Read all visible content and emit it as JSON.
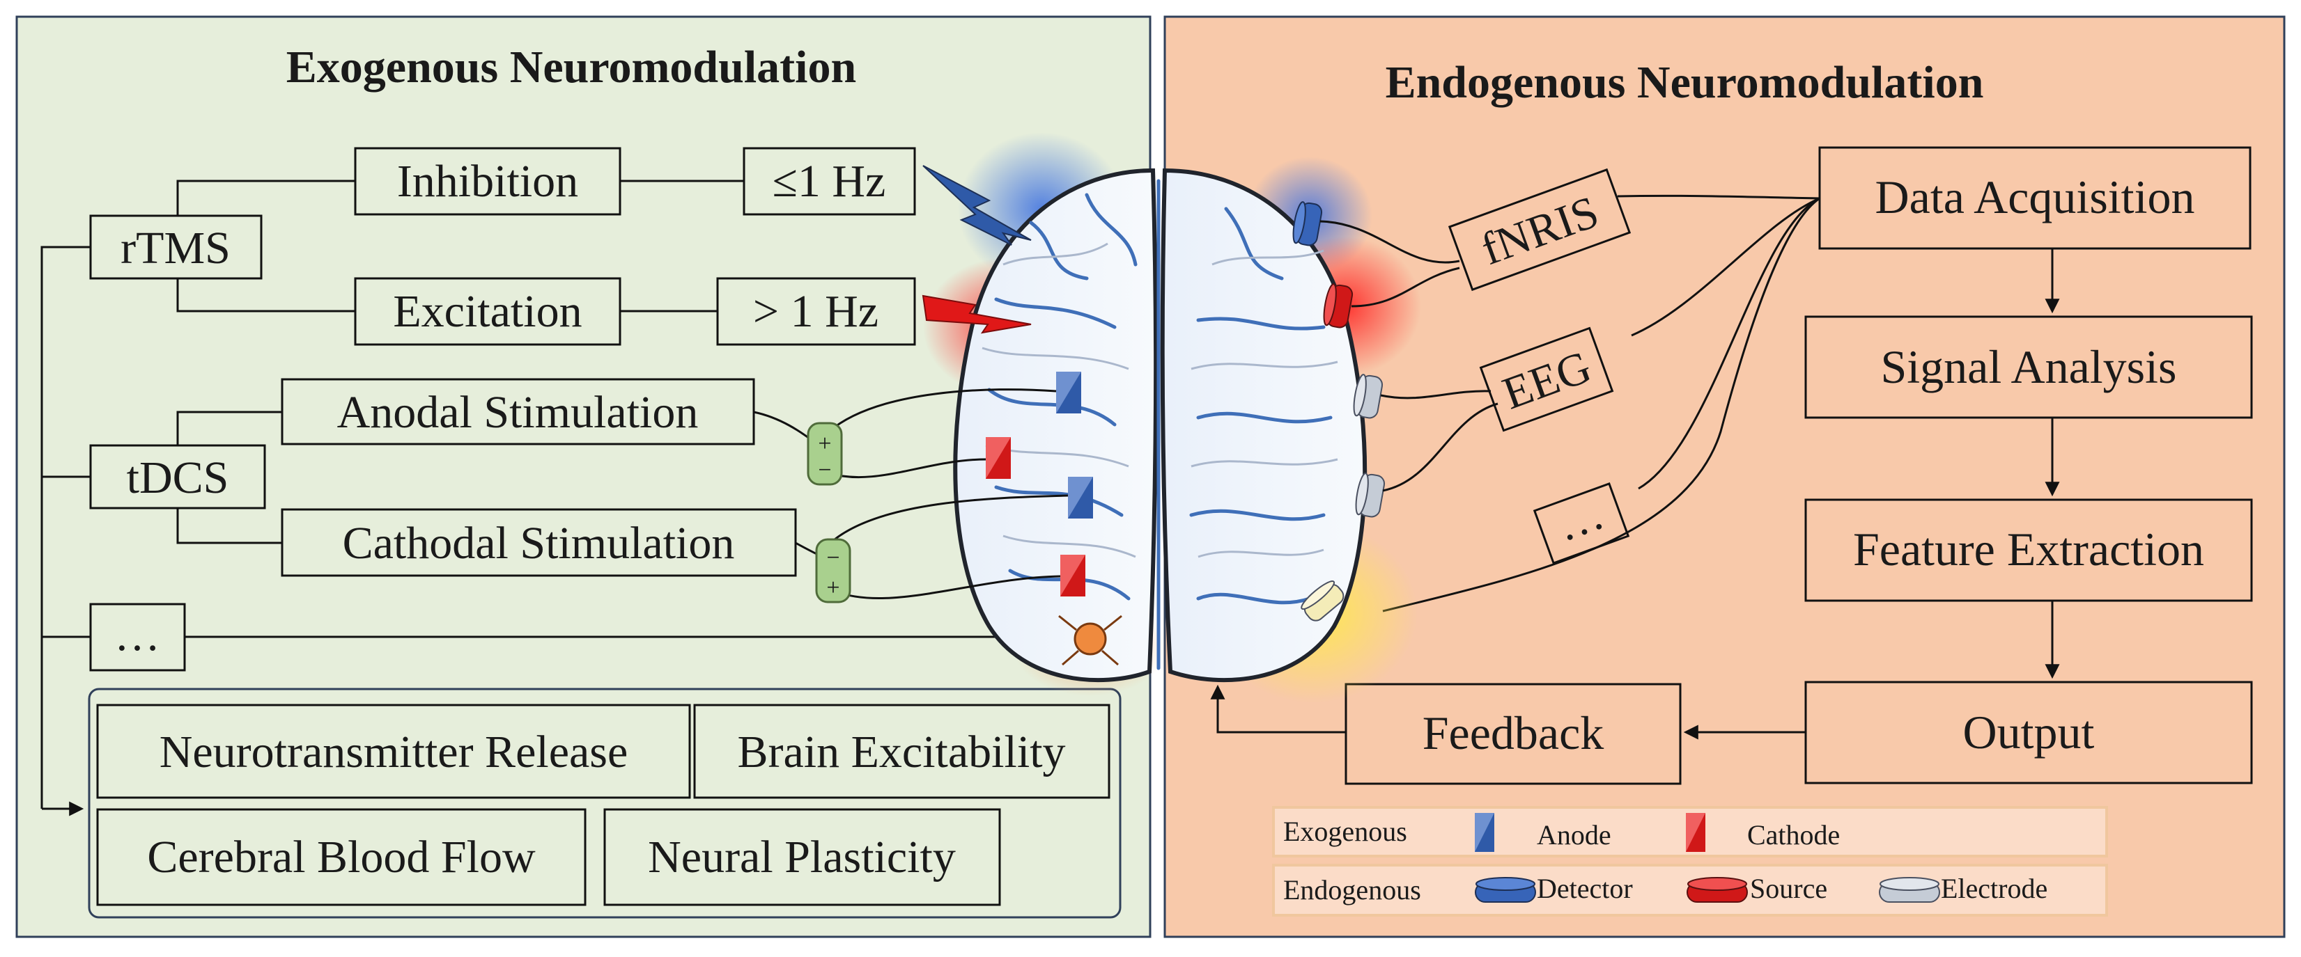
{
  "exogenous": {
    "title": "Exogenous Neuromodulation",
    "rtms": "rTMS",
    "inhibition": "Inhibition",
    "inhibition_freq": "≤1 Hz",
    "excitation": "Excitation",
    "excitation_freq": "> 1 Hz",
    "tdcs": "tDCS",
    "anodal": "Anodal Stimulation",
    "cathodal": "Cathodal Stimulation",
    "other": "…",
    "effects": [
      "Neurotransmitter Release",
      "Brain Excitability",
      "Cerebral Blood Flow",
      "Neural Plasticity"
    ]
  },
  "endogenous": {
    "title": "Endogenous Neuromodulation",
    "fnris": "fNRIS",
    "eeg": "EEG",
    "other": "…",
    "pipeline": [
      "Data Acquisition",
      "Signal Analysis",
      "Feature Extraction",
      "Output"
    ],
    "feedback": "Feedback"
  },
  "legend": {
    "exogenous_label": "Exogenous",
    "anode": "Anode",
    "cathode": "Cathode",
    "endogenous_label": "Endogenous",
    "detector": "Detector",
    "source": "Source",
    "electrode": "Electrode"
  },
  "colors": {
    "left_panel_bg": "#e6eedb",
    "right_panel_bg": "#f8c9aa",
    "anode_blue": "#2f5aa8",
    "cathode_red": "#d01818",
    "electrode_gray": "#c5ccd6",
    "tdcs_pad_green": "#a9d08e"
  }
}
